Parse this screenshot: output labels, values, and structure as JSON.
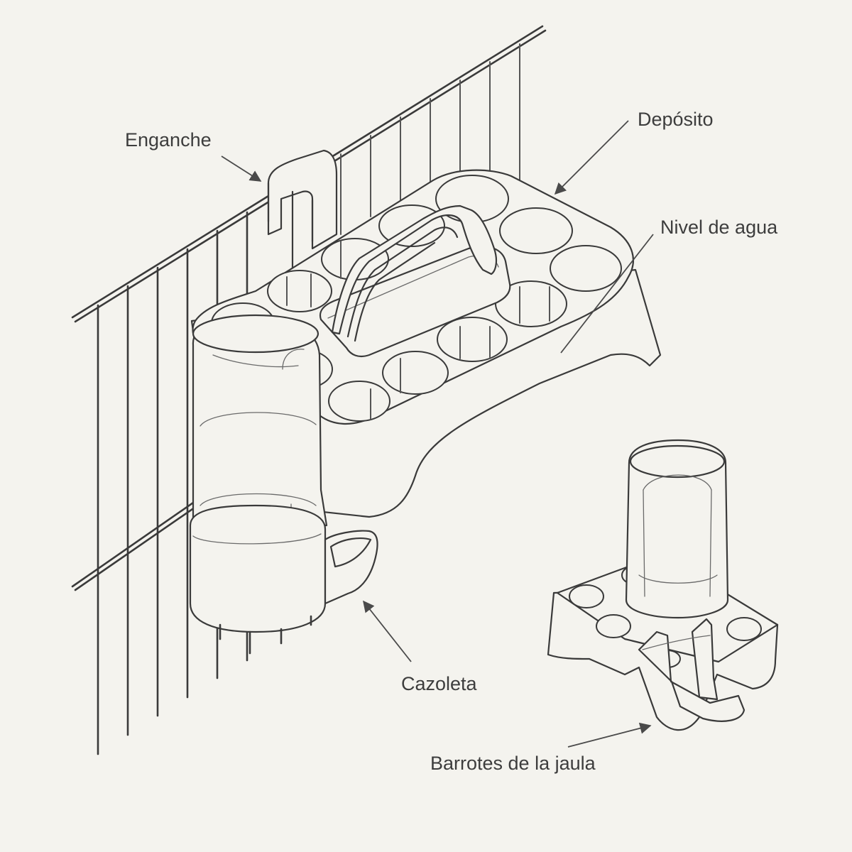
{
  "labels": {
    "enganche": "Enganche",
    "deposito": "Depósito",
    "nivel_agua": "Nivel de agua",
    "cazoleta": "Cazoleta",
    "barrotes": "Barrotes de la jaula"
  },
  "colors": {
    "background": "#f4f3ee",
    "ink": "#3a3a3a",
    "label_text": "#3d3d3d"
  }
}
